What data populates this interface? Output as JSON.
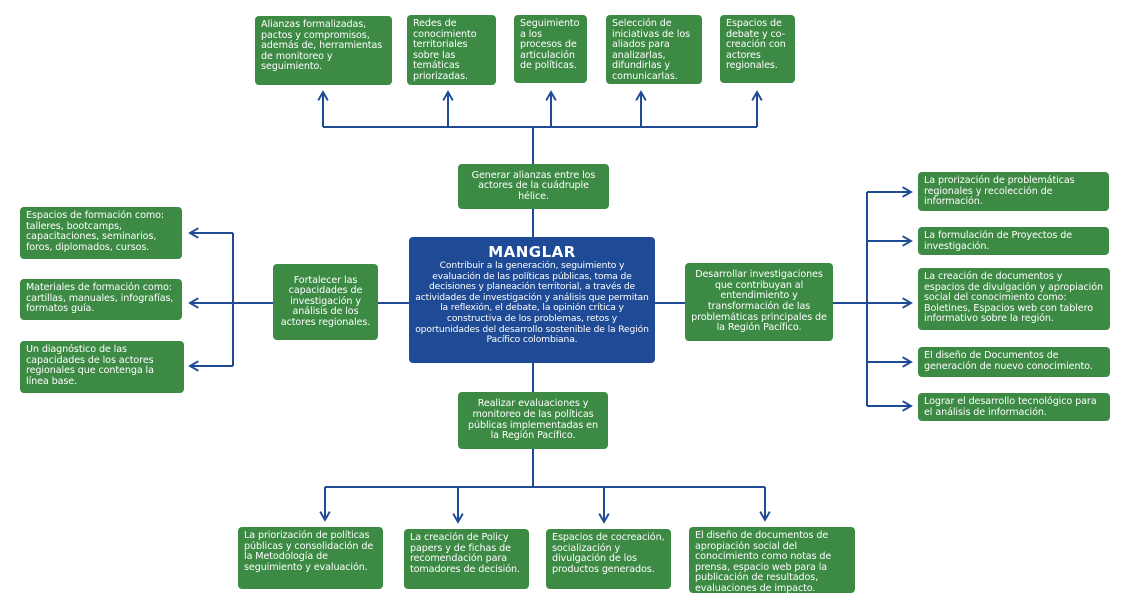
{
  "center": {
    "title": "MANGLAR",
    "description": "Contribuir a la generación, seguimiento y evaluación de las políticas públicas, toma de decisiones y planeación territorial, a través de actividades de investigación y análisis que permitan la reflexión, el debate, la opinión crítica y constructiva de los problemas, retos y oportunidades del desarrollo sostenible de la Región Pacífico colombiana."
  },
  "objectives": {
    "top": "Generar alianzas entre los actores de la cuádruple hélice.",
    "left": "Fortalecer las capacidades de investigación y análisis de los actores regionales.",
    "right": "Desarrollar investigaciones que contribuyan al entendimiento y transformación de las problemáticas principales de la Región Pacífico.",
    "bottom": "Realizar evaluaciones y monitoreo de las políticas públicas implementadas en la Región Pacífico."
  },
  "top_outputs": [
    "Alianzas formalizadas, pactos y compromisos, además de, herramientas de monitoreo y seguimiento.",
    "Redes de conocimiento territoriales sobre las temáticas priorizadas.",
    "Seguimiento a los procesos de articulación de políticas.",
    "Selección de iniciativas de los aliados para analizarlas, difundirlas y comunicarlas.",
    "Espacios de debate y co-creación con actores regionales."
  ],
  "left_outputs": [
    "Espacios de formación como: talleres, bootcamps, capacitaciones, seminarios, foros, diplomados, cursos.",
    "Materiales de formación como: cartillas, manuales, infografías, formatos guía.",
    "Un diagnóstico de las capacidades de los actores regionales que contenga la línea base."
  ],
  "right_outputs": [
    "La prorización de problemáticas regionales y recolección de información.",
    "La formulación de Proyectos de investigación.",
    "La creación de documentos y espacios de divulgación y apropiación social del conocimiento como: Boletines, Espacios web con tablero informativo sobre la región.",
    "El diseño de Documentos de generación de nuevo conocimiento.",
    "Lograr el desarrollo tecnológico para el análisis de información."
  ],
  "bottom_outputs": [
    "La priorización de políticas públicas y consolidación de la Metodología de seguimiento y evaluación.",
    "La creación de Policy papers y de fichas de recomendación para tomadores de decisión.",
    "Espacios de cocreación, socialización y divulgación de los productos generados.",
    "El diseño de documentos de apropiación social del conocimiento como notas de prensa, espacio web para la publicación de resultados, evaluaciones de impacto."
  ],
  "colors": {
    "box_green": "#3d8a45",
    "center_blue": "#1f4a95",
    "connector_blue": "#1f4a95"
  }
}
